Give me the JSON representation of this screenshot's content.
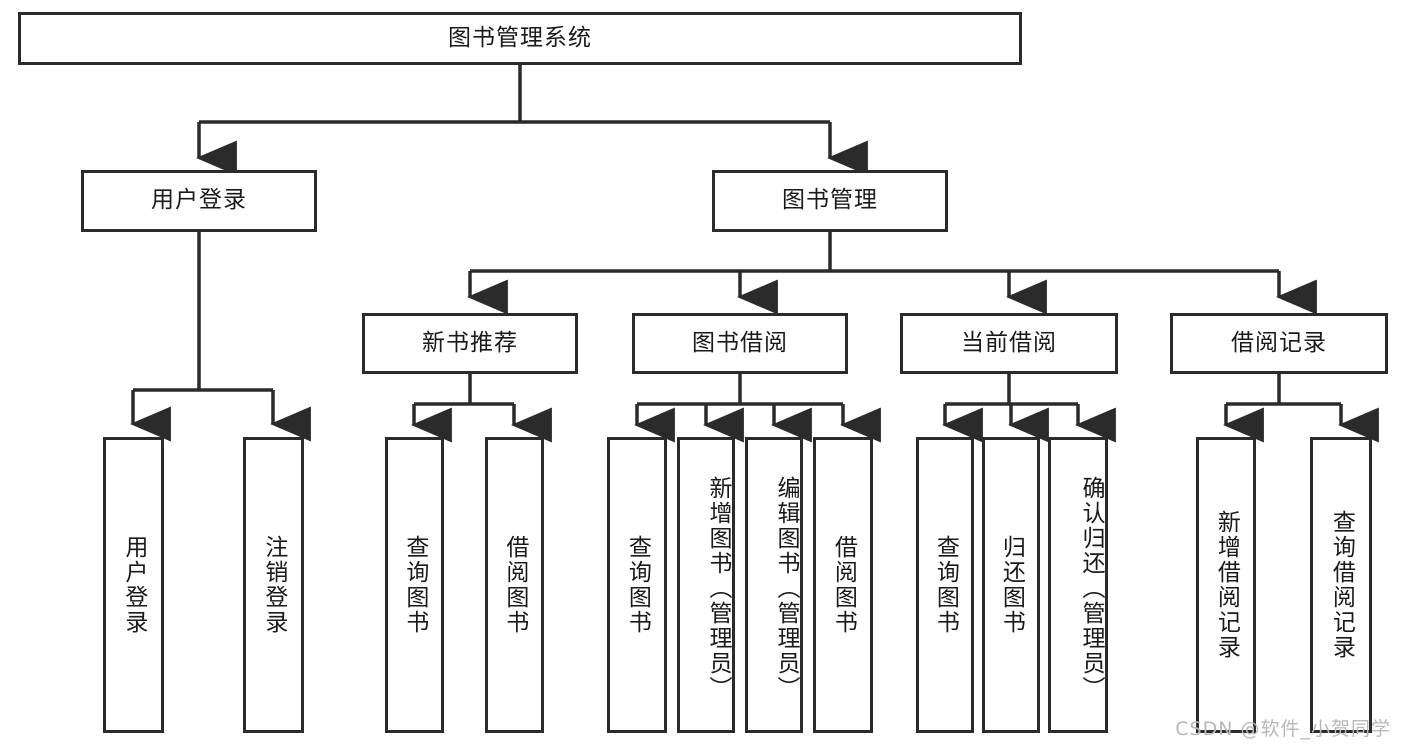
{
  "diagram": {
    "type": "tree-hierarchy",
    "title": "图书管理系统",
    "watermark": "CSDN @软件_小贺同学",
    "colors": {
      "stroke": "#2b2b2b",
      "fill": "#ffffff",
      "text": "#1a1a1a",
      "watermark": "#b8b8b8"
    }
  },
  "nodes": {
    "root": {
      "label": "图书管理系统",
      "orientation": "horizontal"
    },
    "level2": [
      {
        "id": "user-login",
        "label": "用户登录",
        "orientation": "horizontal"
      },
      {
        "id": "book-manage",
        "label": "图书管理",
        "orientation": "horizontal"
      }
    ],
    "level3": [
      {
        "id": "new-book-recommend",
        "label": "新书推荐",
        "orientation": "horizontal"
      },
      {
        "id": "book-borrow",
        "label": "图书借阅",
        "orientation": "horizontal"
      },
      {
        "id": "current-borrow",
        "label": "当前借阅",
        "orientation": "horizontal"
      },
      {
        "id": "borrow-record",
        "label": "借阅记录",
        "orientation": "horizontal"
      }
    ],
    "leaves": {
      "user-login": [
        {
          "id": "leaf-user-login",
          "label": "用户登录",
          "orientation": "vertical"
        },
        {
          "id": "leaf-user-logout",
          "label": "注销登录",
          "orientation": "vertical"
        }
      ],
      "new-book-recommend": [
        {
          "id": "leaf-query-book-1",
          "label": "查询图书",
          "orientation": "vertical"
        },
        {
          "id": "leaf-borrow-book-1",
          "label": "借阅图书",
          "orientation": "vertical"
        }
      ],
      "book-borrow": [
        {
          "id": "leaf-query-book-2",
          "label": "查询图书",
          "orientation": "vertical"
        },
        {
          "id": "leaf-add-book",
          "label": "新增图书（管理员）",
          "orientation": "vertical"
        },
        {
          "id": "leaf-edit-book",
          "label": "编辑图书（管理员）",
          "orientation": "vertical"
        },
        {
          "id": "leaf-borrow-book-2",
          "label": "借阅图书",
          "orientation": "vertical"
        }
      ],
      "current-borrow": [
        {
          "id": "leaf-query-book-3",
          "label": "查询图书",
          "orientation": "vertical"
        },
        {
          "id": "leaf-return-book",
          "label": "归还图书",
          "orientation": "vertical"
        },
        {
          "id": "leaf-confirm-return",
          "label": "确认归还（管理员）",
          "orientation": "vertical"
        }
      ],
      "borrow-record": [
        {
          "id": "leaf-add-record",
          "label": "新增借阅记录",
          "orientation": "vertical"
        },
        {
          "id": "leaf-query-record",
          "label": "查询借阅记录",
          "orientation": "vertical"
        }
      ]
    }
  }
}
